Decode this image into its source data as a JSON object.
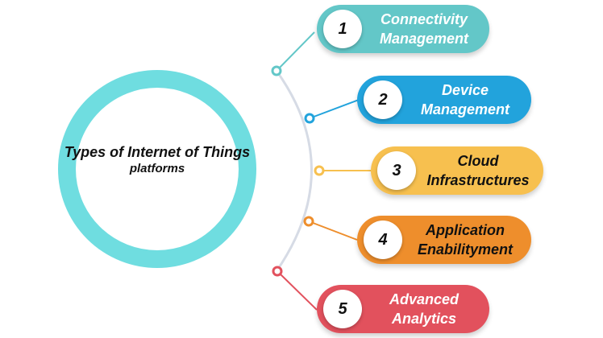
{
  "center": {
    "title_line1": "Types of Internet of Things",
    "title_line2": "platforms"
  },
  "items": [
    {
      "number": "1",
      "line1": "Connectivity",
      "line2": "Management",
      "color": "#63c7c8"
    },
    {
      "number": "2",
      "line1": "Device",
      "line2": "Management",
      "color": "#22a3dc"
    },
    {
      "number": "3",
      "line1": "Cloud",
      "line2": "Infrastructures",
      "color": "#f7c04f"
    },
    {
      "number": "4",
      "line1": "Application",
      "line2": "Enabilityment",
      "color": "#ee8e2c"
    },
    {
      "number": "5",
      "line1": "Advanced",
      "line2": "Analytics",
      "color": "#e2515d"
    }
  ],
  "colors": {
    "ring": "#6fdde0",
    "arc": "#d6dbe5"
  }
}
